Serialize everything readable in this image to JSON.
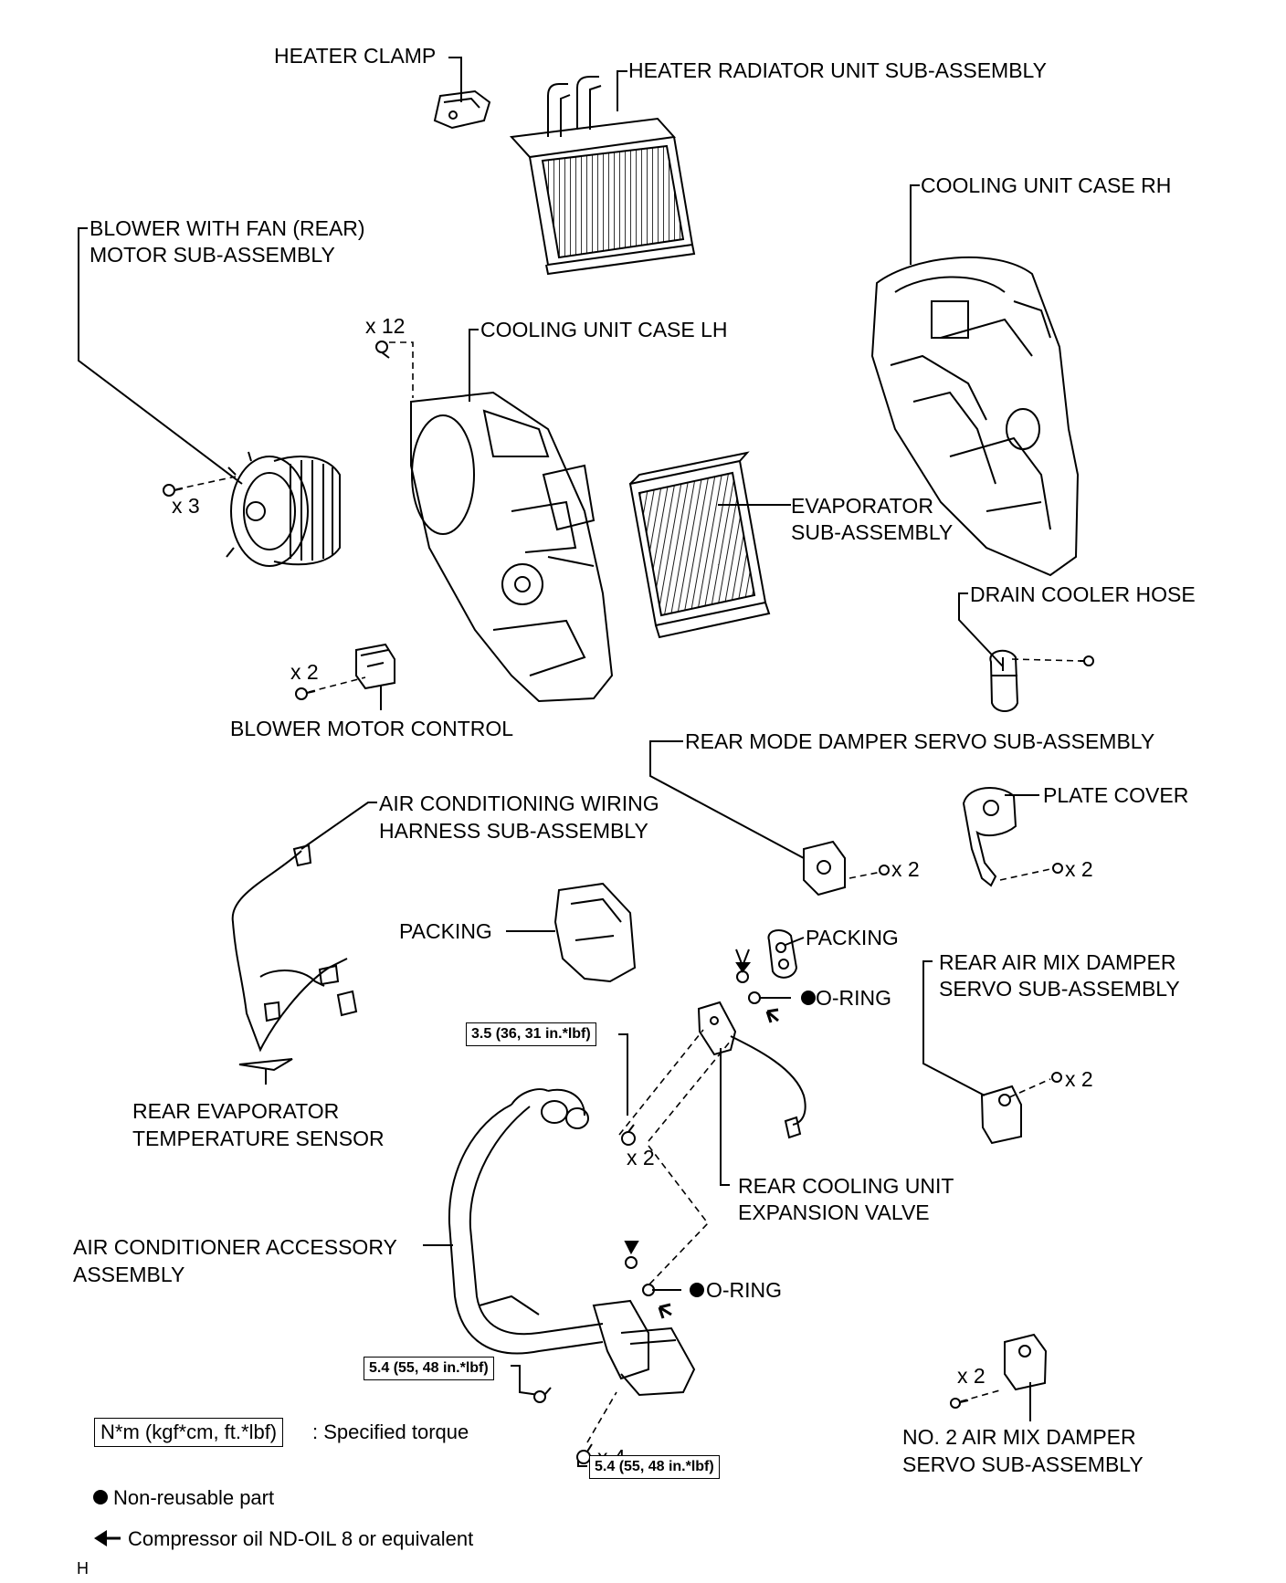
{
  "labels": {
    "heater_clamp": "HEATER CLAMP",
    "heater_radiator": "HEATER RADIATOR UNIT SUB-ASSEMBLY",
    "cooling_case_rh": "COOLING UNIT CASE RH",
    "blower_line1": "BLOWER WITH FAN (REAR)",
    "blower_line2": "MOTOR SUB-ASSEMBLY",
    "cooling_case_lh": "COOLING UNIT CASE LH",
    "evaporator_line1": "EVAPORATOR",
    "evaporator_line2": "SUB-ASSEMBLY",
    "drain_cooler_hose": "DRAIN COOLER HOSE",
    "blower_motor_control": "BLOWER MOTOR CONTROL",
    "rear_mode_damper": "REAR MODE DAMPER SERVO SUB-ASSEMBLY",
    "ac_wiring_line1": "AIR CONDITIONING WIRING",
    "ac_wiring_line2": "HARNESS SUB-ASSEMBLY",
    "plate_cover": "PLATE COVER",
    "packing_left": "PACKING",
    "packing_right": "PACKING",
    "oring_upper": "O-RING",
    "rear_air_mix_line1": "REAR AIR MIX DAMPER",
    "rear_air_mix_line2": "SERVO SUB-ASSEMBLY",
    "rear_evap_sensor_line1": "REAR EVAPORATOR",
    "rear_evap_sensor_line2": "TEMPERATURE SENSOR",
    "rear_exp_valve_line1": "REAR COOLING UNIT",
    "rear_exp_valve_line2": "EXPANSION VALVE",
    "ac_accessory_line1": "AIR CONDITIONER ACCESSORY",
    "ac_accessory_line2": "ASSEMBLY",
    "oring_lower": "O-RING",
    "no2_air_mix_line1": "NO. 2 AIR MIX DAMPER",
    "no2_air_mix_line2": "SERVO SUB-ASSEMBLY"
  },
  "quantities": {
    "x12": "x 12",
    "x3": "x 3",
    "x2_blower_control": "x 2",
    "x2_mode_damper": "x 2",
    "x2_plate_cover": "x 2",
    "x2_rear_air_mix": "x 2",
    "x2_exp_valve": "x 2",
    "x2_no2_air_mix": "x 2",
    "x4": "x 4"
  },
  "torques": {
    "exp_valve": "3.5 (36, 31 in.*lbf)",
    "accessory_left": "5.4 (55, 48 in.*lbf)",
    "accessory_bottom": "5.4 (55, 48 in.*lbf)"
  },
  "legend": {
    "torque_box": "N*m (kgf*cm, ft.*lbf)",
    "torque_text": ": Specified torque",
    "nonreusable": "Non-reusable part",
    "oil": "Compressor oil ND-OIL 8 or equivalent"
  },
  "footer_code": "H"
}
